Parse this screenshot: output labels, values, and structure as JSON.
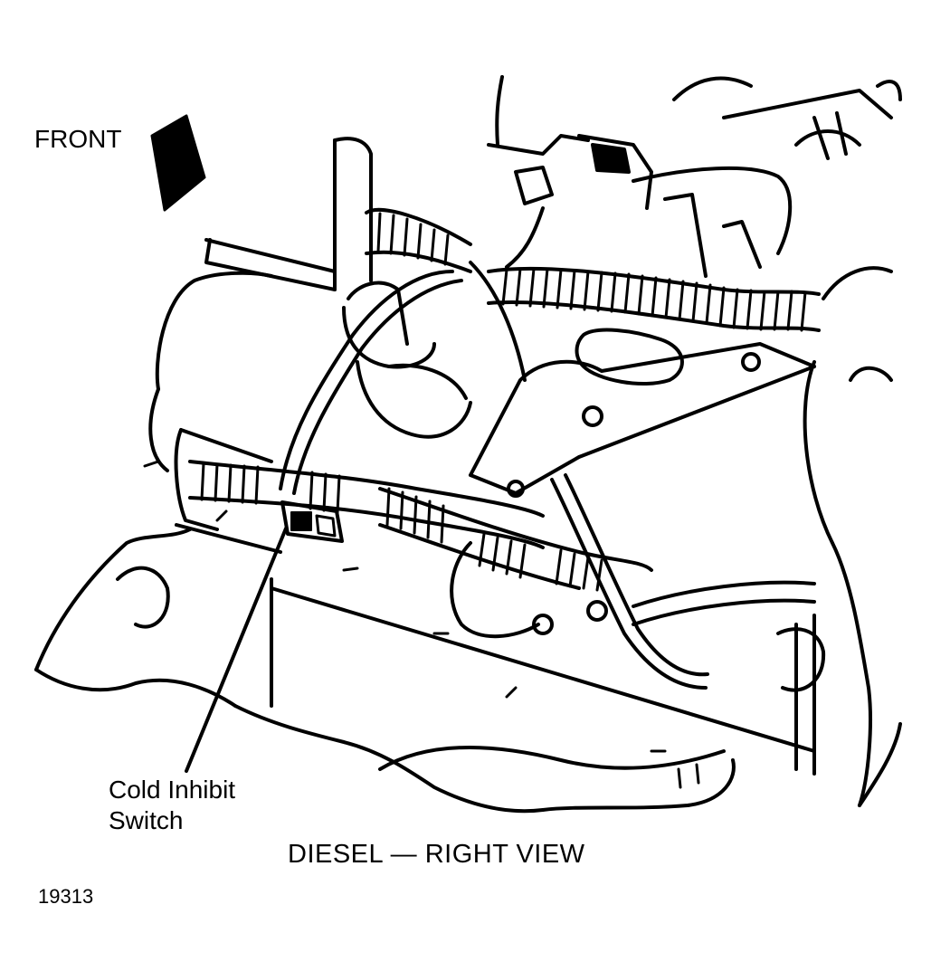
{
  "labels": {
    "front": "FRONT",
    "callout_line1": "Cold Inhibit",
    "callout_line2": "Switch",
    "caption": "DIESEL — RIGHT VIEW",
    "figure_number": "19313"
  },
  "colors": {
    "ink": "#000000",
    "paper": "#ffffff"
  }
}
